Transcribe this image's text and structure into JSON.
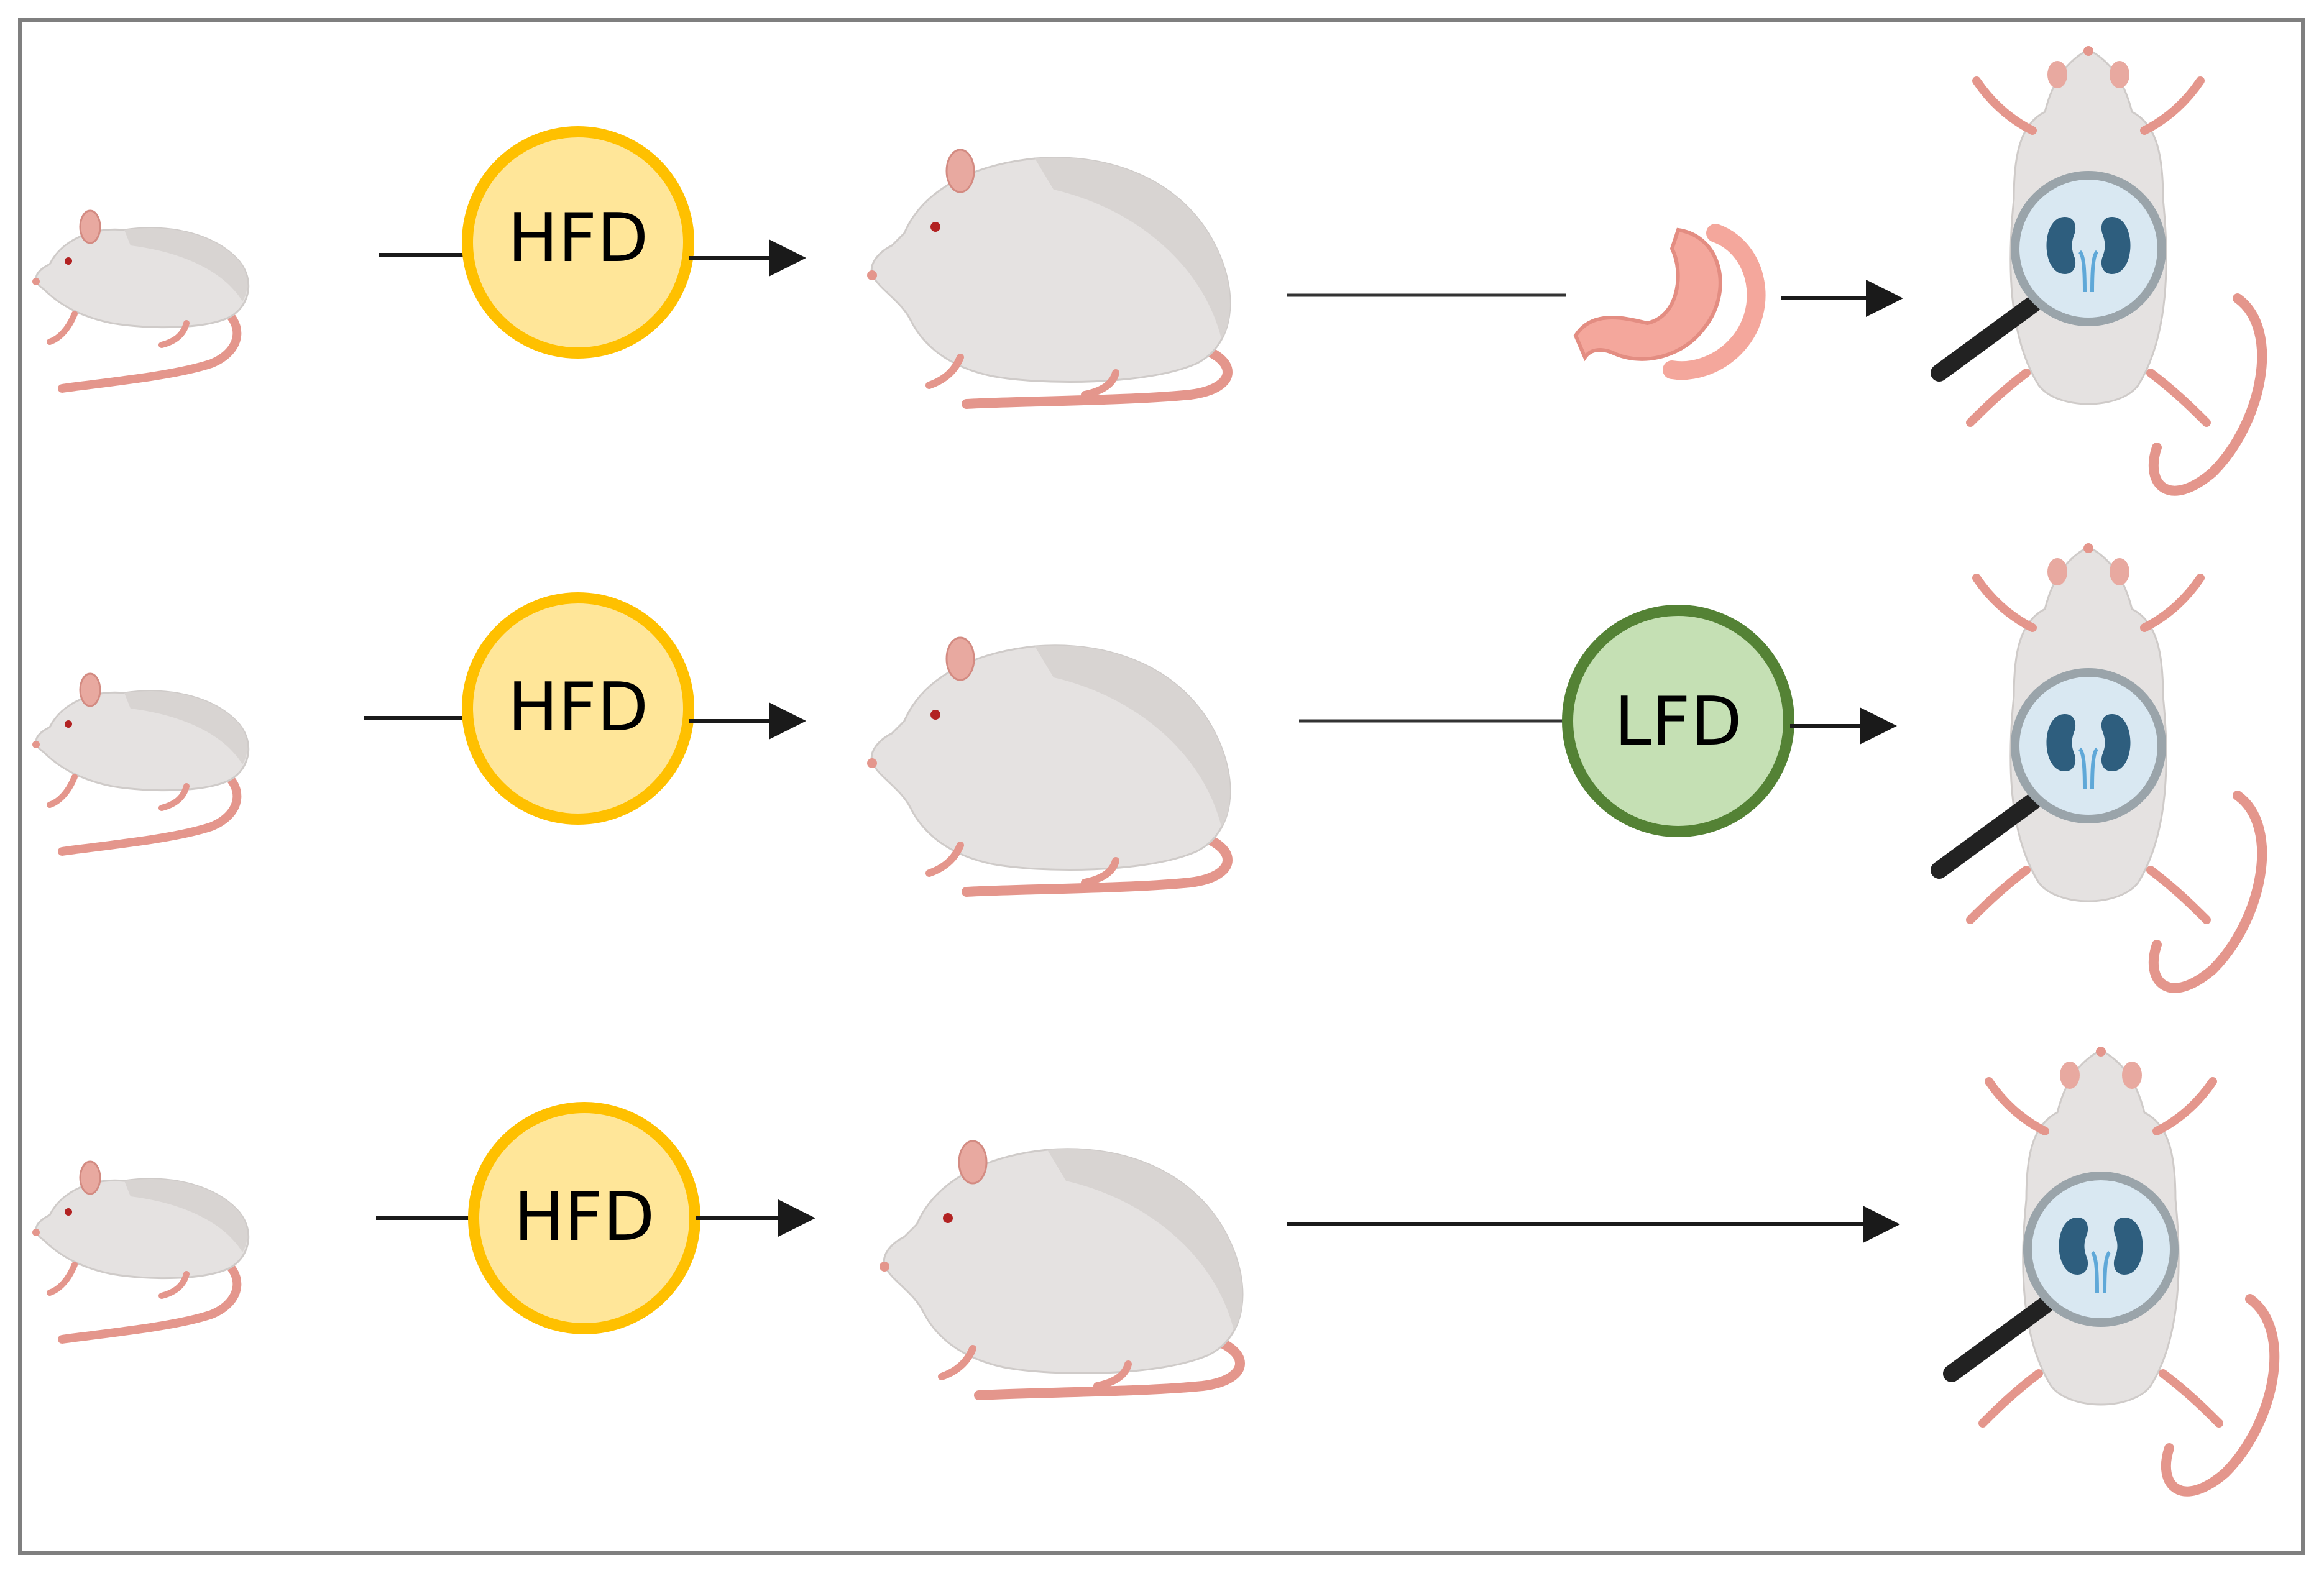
{
  "rows": [
    {
      "diet_label": "HFD",
      "intervention": "stomach-surgery"
    },
    {
      "diet_label": "HFD",
      "intervention_label": "LFD"
    },
    {
      "diet_label": "HFD",
      "intervention": "none"
    }
  ],
  "colors": {
    "hfd_fill": "#FFE699",
    "hfd_stroke": "#FFC000",
    "lfd_fill": "#C5E0B4",
    "lfd_stroke": "#548235",
    "frame": "#7f7f7f",
    "rat_body": "#E5E2E1",
    "rat_tail": "#E4968C",
    "kidney": "#2E5E7E"
  },
  "icons": [
    "lean-rat-icon",
    "obese-rat-icon",
    "stomach-icon",
    "kidney-magnifier-rat-icon"
  ]
}
